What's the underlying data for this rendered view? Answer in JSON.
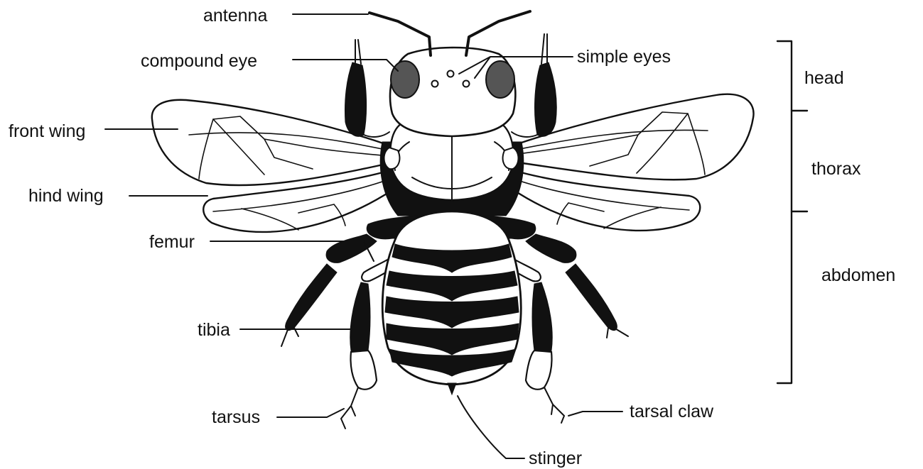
{
  "labels": {
    "antenna": "antenna",
    "compound_eye": "compound eye",
    "simple_eyes": "simple eyes",
    "front_wing": "front wing",
    "hind_wing": "hind wing",
    "femur": "femur",
    "tibia": "tibia",
    "tarsus": "tarsus",
    "tarsal_claw": "tarsal claw",
    "stinger": "stinger"
  },
  "regions": {
    "head": "head",
    "thorax": "thorax",
    "abdomen": "abdomen"
  },
  "colors": {
    "ink": "#111111",
    "background": "#ffffff"
  }
}
